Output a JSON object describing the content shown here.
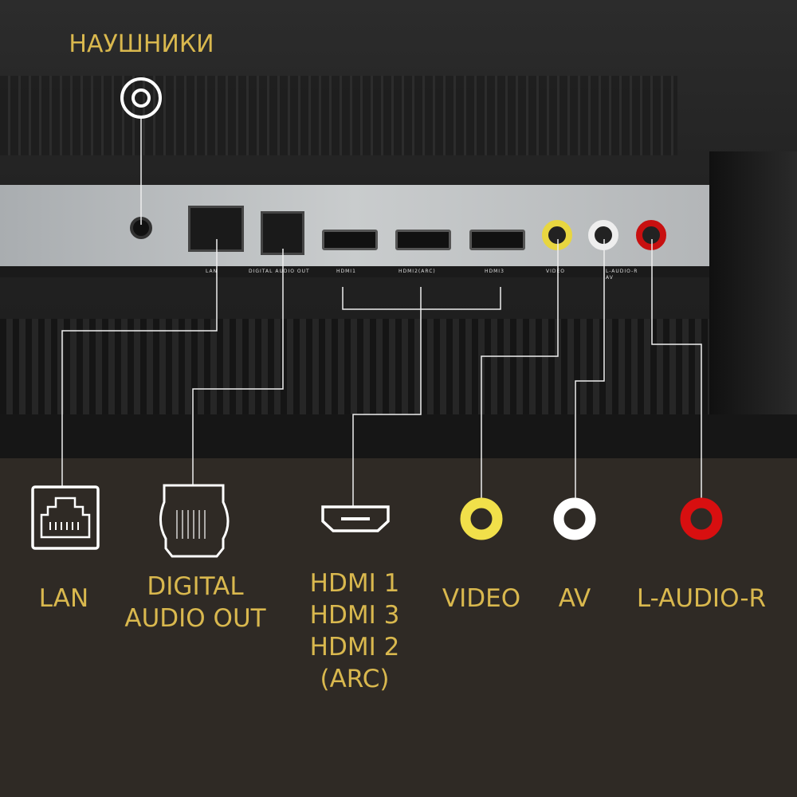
{
  "headphones_label": "НАУШНИКИ",
  "panel_labels": {
    "lan": "LAN",
    "digital": "DIGITAL AUDIO OUT",
    "hdmi1": "HDMI1",
    "hdmi2": "HDMI2(ARC)",
    "hdmi3": "HDMI3",
    "video": "VIDEO",
    "audio": "L-AUDIO-R",
    "av": "AV"
  },
  "callouts": {
    "lan": "LAN",
    "digital_1": "DIGITAL",
    "digital_2": "AUDIO OUT",
    "hdmi_1": "HDMI 1",
    "hdmi_2": "HDMI 3",
    "hdmi_3": "HDMI 2",
    "hdmi_4": "(ARC)",
    "video": "VIDEO",
    "av": "AV",
    "audio": "L-AUDIO-R"
  },
  "colors": {
    "text": "#d9b84e",
    "video": "#f1e04a",
    "av": "#ffffff",
    "audio": "#d80f10",
    "background": "#2f2a25"
  }
}
